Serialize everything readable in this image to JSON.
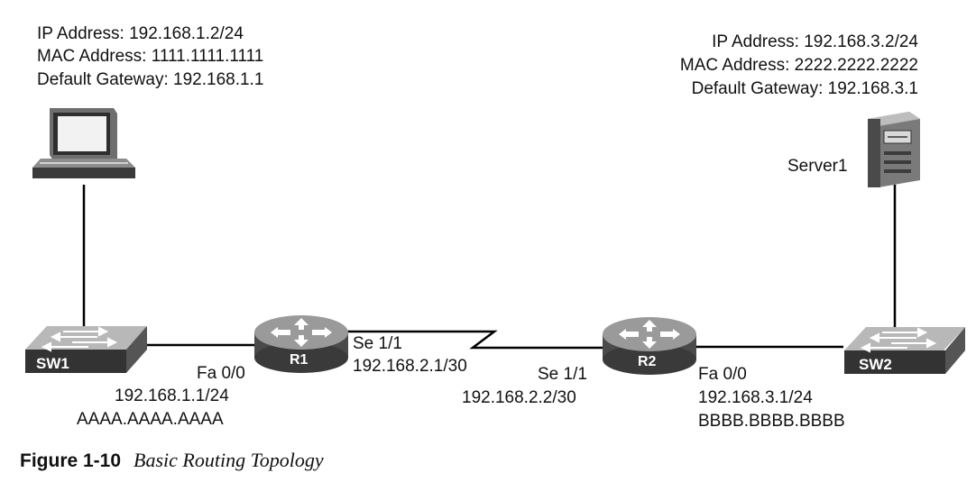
{
  "pc": {
    "ip": "IP Address: 192.168.1.2/24",
    "mac": "MAC Address: 1111.1111.1111",
    "gateway": "Default Gateway: 192.168.1.1"
  },
  "server": {
    "ip": "IP Address: 192.168.3.2/24",
    "mac": "MAC Address: 2222.2222.2222",
    "gateway": "Default Gateway: 192.168.3.1",
    "label": "Server1"
  },
  "sw1": {
    "label": "SW1"
  },
  "sw2": {
    "label": "SW2"
  },
  "r1": {
    "label": "R1",
    "fa_port": "Fa 0/0",
    "fa_ip": "192.168.1.1/24",
    "fa_mac": "AAAA.AAAA.AAAA",
    "se_port": "Se 1/1",
    "se_ip": "192.168.2.1/30"
  },
  "r2": {
    "label": "R2",
    "se_port": "Se 1/1",
    "se_ip": "192.168.2.2/30",
    "fa_port": "Fa 0/0",
    "fa_ip": "192.168.3.1/24",
    "fa_mac": "BBBB.BBBB.BBBB"
  },
  "caption": {
    "number": "Figure 1-10",
    "title": "Basic Routing Topology"
  },
  "colors": {
    "device_fill": "#9a9a9a",
    "device_dark": "#4a4a4a",
    "line": "#000000"
  }
}
